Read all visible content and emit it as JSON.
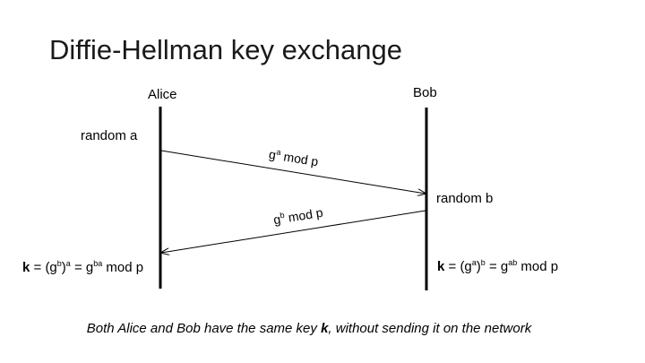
{
  "title": "Diffie-Hellman key exchange",
  "parties": {
    "alice": "Alice",
    "bob": "Bob"
  },
  "alice": {
    "random_label": "random a",
    "key": {
      "k": "k",
      "eq1": " = (g",
      "sup1": "b",
      "close": ")",
      "sup2": "a",
      "eq2": " = g",
      "sup3": "ba",
      "tail": " mod p"
    }
  },
  "bob": {
    "random_label": "random b",
    "key": {
      "k": "k",
      "eq1": " = (g",
      "sup1": "a",
      "close": ")",
      "sup2": "b",
      "eq2": " = g",
      "sup3": "ab",
      "tail": " mod p"
    }
  },
  "messages": {
    "to_bob": {
      "base": "g",
      "sup": "a",
      "tail": " mod p"
    },
    "to_alice": {
      "base": "g",
      "sup": "b",
      "tail": " mod p"
    }
  },
  "footer": {
    "before": "Both Alice and Bob have the same key ",
    "key": "k",
    "after": ", without sending it on the network"
  }
}
